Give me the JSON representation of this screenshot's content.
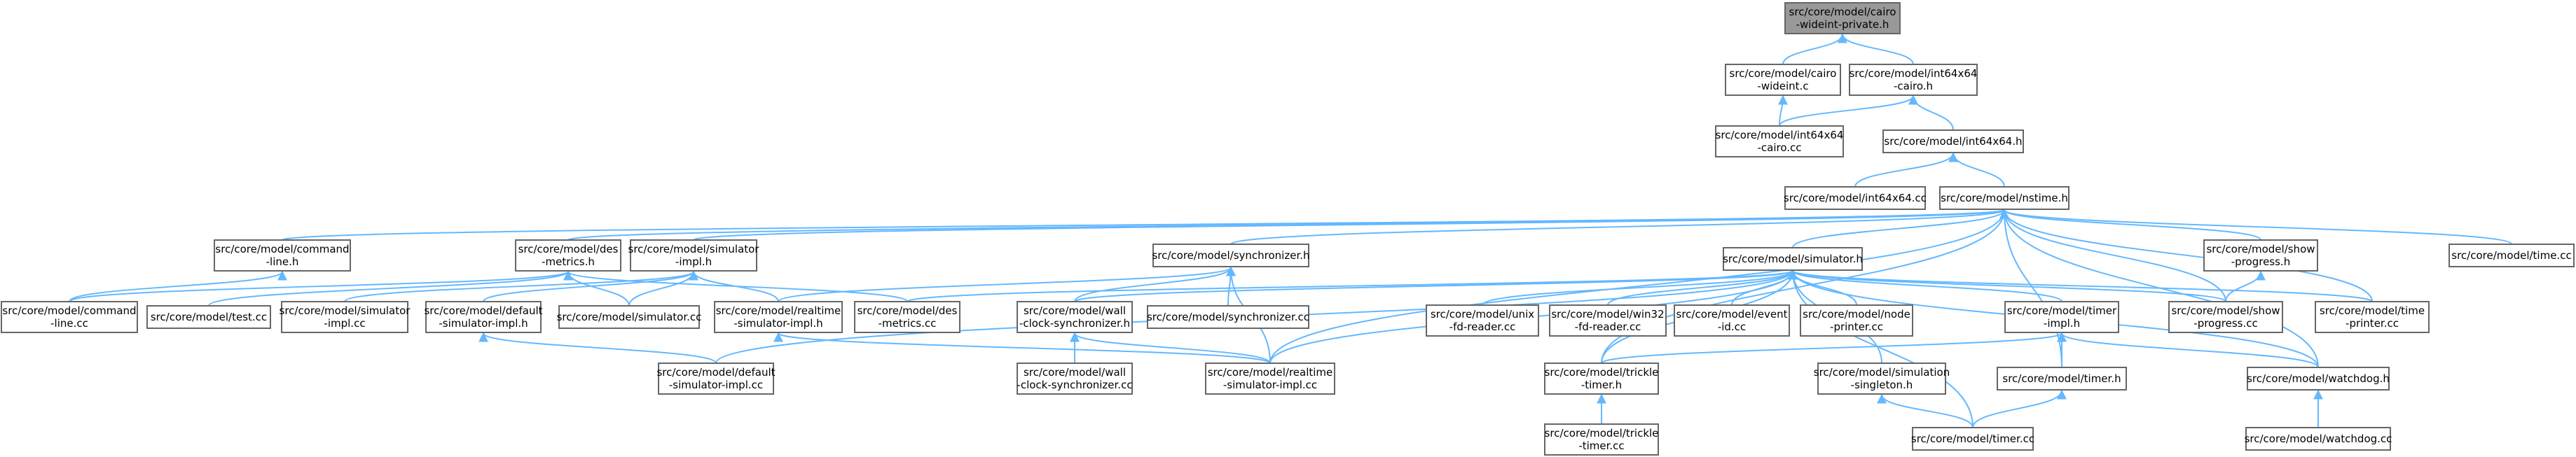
{
  "diagram": {
    "type": "include-dependency-graph",
    "colors": {
      "edge": "#63b8ff",
      "node_border": "#666666",
      "root_fill": "#999999",
      "node_fill": "#ffffff"
    },
    "nodes": [
      {
        "id": "cairo_wideint_private_h",
        "lines": [
          "src/core/model/cairo",
          "-wideint-private.h"
        ],
        "root": true
      },
      {
        "id": "cairo_wideint_c",
        "lines": [
          "src/core/model/cairo",
          "-wideint.c"
        ]
      },
      {
        "id": "int64x64_cairo_h",
        "lines": [
          "src/core/model/int64x64",
          "-cairo.h"
        ]
      },
      {
        "id": "int64x64_cairo_cc",
        "lines": [
          "src/core/model/int64x64",
          "-cairo.cc"
        ]
      },
      {
        "id": "int64x64_h",
        "lines": [
          "src/core/model/int64x64.h"
        ]
      },
      {
        "id": "int64x64_cc",
        "lines": [
          "src/core/model/int64x64.cc"
        ]
      },
      {
        "id": "nstime_h",
        "lines": [
          "src/core/model/nstime.h"
        ]
      },
      {
        "id": "command_line_h",
        "lines": [
          "src/core/model/command",
          "-line.h"
        ]
      },
      {
        "id": "des_metrics_h",
        "lines": [
          "src/core/model/des",
          "-metrics.h"
        ]
      },
      {
        "id": "simulator_impl_h",
        "lines": [
          "src/core/model/simulator",
          "-impl.h"
        ]
      },
      {
        "id": "synchronizer_h",
        "lines": [
          "src/core/model/synchronizer.h"
        ]
      },
      {
        "id": "simulator_h",
        "lines": [
          "src/core/model/simulator.h"
        ]
      },
      {
        "id": "show_progress_h",
        "lines": [
          "src/core/model/show",
          "-progress.h"
        ]
      },
      {
        "id": "time_cc",
        "lines": [
          "src/core/model/time.cc"
        ]
      },
      {
        "id": "command_line_cc",
        "lines": [
          "src/core/model/command",
          "-line.cc"
        ]
      },
      {
        "id": "test_cc",
        "lines": [
          "src/core/model/test.cc"
        ]
      },
      {
        "id": "simulator_impl_cc",
        "lines": [
          "src/core/model/simulator",
          "-impl.cc"
        ]
      },
      {
        "id": "default_simulator_impl_h",
        "lines": [
          "src/core/model/default",
          "-simulator-impl.h"
        ]
      },
      {
        "id": "simulator_cc",
        "lines": [
          "src/core/model/simulator.cc"
        ]
      },
      {
        "id": "realtime_simulator_impl_h",
        "lines": [
          "src/core/model/realtime",
          "-simulator-impl.h"
        ]
      },
      {
        "id": "des_metrics_cc",
        "lines": [
          "src/core/model/des",
          "-metrics.cc"
        ]
      },
      {
        "id": "wall_clock_synchronizer_h",
        "lines": [
          "src/core/model/wall",
          "-clock-synchronizer.h"
        ]
      },
      {
        "id": "synchronizer_cc",
        "lines": [
          "src/core/model/synchronizer.cc"
        ]
      },
      {
        "id": "unix_fd_reader_cc",
        "lines": [
          "src/core/model/unix",
          "-fd-reader.cc"
        ]
      },
      {
        "id": "win32_fd_reader_cc",
        "lines": [
          "src/core/model/win32",
          "-fd-reader.cc"
        ]
      },
      {
        "id": "event_id_cc",
        "lines": [
          "src/core/model/event",
          "-id.cc"
        ]
      },
      {
        "id": "node_printer_cc",
        "lines": [
          "src/core/model/node",
          "-printer.cc"
        ]
      },
      {
        "id": "timer_impl_h",
        "lines": [
          "src/core/model/timer",
          "-impl.h"
        ]
      },
      {
        "id": "show_progress_cc",
        "lines": [
          "src/core/model/show",
          "-progress.cc"
        ]
      },
      {
        "id": "time_printer_cc",
        "lines": [
          "src/core/model/time",
          "-printer.cc"
        ]
      },
      {
        "id": "default_simulator_impl_cc",
        "lines": [
          "src/core/model/default",
          "-simulator-impl.cc"
        ]
      },
      {
        "id": "wall_clock_synchronizer_cc",
        "lines": [
          "src/core/model/wall",
          "-clock-synchronizer.cc"
        ]
      },
      {
        "id": "realtime_simulator_impl_cc",
        "lines": [
          "src/core/model/realtime",
          "-simulator-impl.cc"
        ]
      },
      {
        "id": "trickle_timer_h",
        "lines": [
          "src/core/model/trickle",
          "-timer.h"
        ]
      },
      {
        "id": "simulation_singleton_h",
        "lines": [
          "src/core/model/simulation",
          "-singleton.h"
        ]
      },
      {
        "id": "timer_h",
        "lines": [
          "src/core/model/timer.h"
        ]
      },
      {
        "id": "watchdog_h",
        "lines": [
          "src/core/model/watchdog.h"
        ]
      },
      {
        "id": "trickle_timer_cc",
        "lines": [
          "src/core/model/trickle",
          "-timer.cc"
        ]
      },
      {
        "id": "timer_cc",
        "lines": [
          "src/core/model/timer.cc"
        ]
      },
      {
        "id": "watchdog_cc",
        "lines": [
          "src/core/model/watchdog.cc"
        ]
      }
    ],
    "edges": [
      [
        "cairo_wideint_c",
        "cairo_wideint_private_h"
      ],
      [
        "int64x64_cairo_h",
        "cairo_wideint_private_h"
      ],
      [
        "int64x64_cairo_cc",
        "cairo_wideint_c"
      ],
      [
        "int64x64_cairo_cc",
        "int64x64_cairo_h"
      ],
      [
        "int64x64_h",
        "int64x64_cairo_h"
      ],
      [
        "int64x64_cc",
        "int64x64_h"
      ],
      [
        "nstime_h",
        "int64x64_h"
      ],
      [
        "command_line_h",
        "nstime_h"
      ],
      [
        "des_metrics_h",
        "nstime_h"
      ],
      [
        "simulator_impl_h",
        "nstime_h"
      ],
      [
        "synchronizer_h",
        "nstime_h"
      ],
      [
        "simulator_h",
        "nstime_h"
      ],
      [
        "show_progress_h",
        "nstime_h"
      ],
      [
        "time_cc",
        "nstime_h"
      ],
      [
        "show_progress_cc",
        "nstime_h"
      ],
      [
        "time_printer_cc",
        "nstime_h"
      ],
      [
        "trickle_timer_h",
        "nstime_h"
      ],
      [
        "timer_h",
        "nstime_h"
      ],
      [
        "watchdog_h",
        "nstime_h"
      ],
      [
        "realtime_simulator_impl_cc",
        "nstime_h"
      ],
      [
        "command_line_cc",
        "command_line_h"
      ],
      [
        "command_line_cc",
        "des_metrics_h"
      ],
      [
        "test_cc",
        "des_metrics_h"
      ],
      [
        "simulator_cc",
        "des_metrics_h"
      ],
      [
        "des_metrics_cc",
        "des_metrics_h"
      ],
      [
        "simulator_impl_cc",
        "simulator_impl_h"
      ],
      [
        "default_simulator_impl_h",
        "simulator_impl_h"
      ],
      [
        "simulator_cc",
        "simulator_impl_h"
      ],
      [
        "realtime_simulator_impl_h",
        "simulator_impl_h"
      ],
      [
        "default_simulator_impl_cc",
        "default_simulator_impl_h"
      ],
      [
        "realtime_simulator_impl_h",
        "synchronizer_h"
      ],
      [
        "wall_clock_synchronizer_h",
        "synchronizer_h"
      ],
      [
        "synchronizer_cc",
        "synchronizer_h"
      ],
      [
        "realtime_simulator_impl_cc",
        "synchronizer_h"
      ],
      [
        "wall_clock_synchronizer_cc",
        "wall_clock_synchronizer_h"
      ],
      [
        "realtime_simulator_impl_cc",
        "wall_clock_synchronizer_h"
      ],
      [
        "realtime_simulator_impl_cc",
        "realtime_simulator_impl_h"
      ],
      [
        "des_metrics_cc",
        "simulator_h"
      ],
      [
        "default_simulator_impl_cc",
        "simulator_h"
      ],
      [
        "wall_clock_synchronizer_h",
        "simulator_h"
      ],
      [
        "realtime_simulator_impl_cc",
        "simulator_h"
      ],
      [
        "unix_fd_reader_cc",
        "simulator_h"
      ],
      [
        "win32_fd_reader_cc",
        "simulator_h"
      ],
      [
        "event_id_cc",
        "simulator_h"
      ],
      [
        "node_printer_cc",
        "simulator_h"
      ],
      [
        "timer_impl_h",
        "simulator_h"
      ],
      [
        "show_progress_cc",
        "simulator_h"
      ],
      [
        "time_printer_cc",
        "simulator_h"
      ],
      [
        "simulation_singleton_h",
        "simulator_h"
      ],
      [
        "timer_cc",
        "simulator_h"
      ],
      [
        "trickle_timer_h",
        "simulator_h"
      ],
      [
        "watchdog_h",
        "simulator_h"
      ],
      [
        "show_progress_cc",
        "show_progress_h"
      ],
      [
        "trickle_timer_h",
        "timer_impl_h"
      ],
      [
        "timer_h",
        "timer_impl_h"
      ],
      [
        "watchdog_h",
        "timer_impl_h"
      ],
      [
        "trickle_timer_cc",
        "trickle_timer_h"
      ],
      [
        "timer_cc",
        "simulation_singleton_h"
      ],
      [
        "timer_cc",
        "timer_h"
      ],
      [
        "watchdog_cc",
        "watchdog_h"
      ]
    ]
  }
}
